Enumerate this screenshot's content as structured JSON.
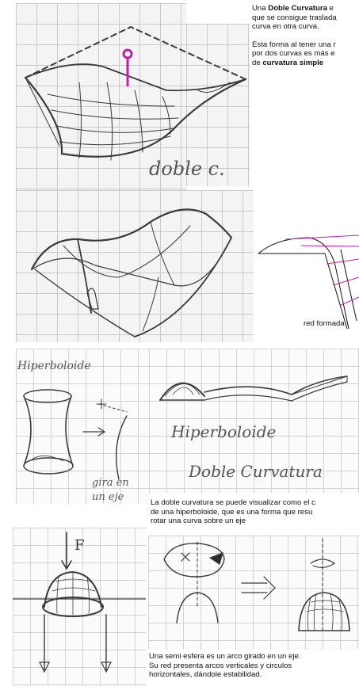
{
  "section1": {
    "sketch_label": "doble c.",
    "text": {
      "p1_prefix": "Una ",
      "p1_bold": "Doble Curvatura",
      "p1_line1_rest": " e",
      "p1_line2": "que se consigue traslada",
      "p1_line3": "curva en otra curva.",
      "p2_line1": "Esta forma al tener una r",
      "p2_line2": "por dos curvas es más e",
      "p2_prefix": "de ",
      "p2_bold": "curvatura simple"
    }
  },
  "section2": {
    "diagram_caption": "red formada"
  },
  "section3": {
    "left_label": "Hiperboloide",
    "arrow_caption_line1": "gira en",
    "arrow_caption_line2": "un eje",
    "right_label_line1": "Hiperboloide",
    "right_label_line2": "Doble Curvatura",
    "text_line1": "La doble curvatura se puede visualizar como el c",
    "text_line2": "de una hiperboloide, que es una forma que resu",
    "text_line3": "rotar una curva sobre un eje"
  },
  "section4": {
    "force_label": "F",
    "text_line1": "Una semi esfera es un arco girado en un eje.",
    "text_line2": "Su red presenta arcos verticales y circulos",
    "text_line3": "horizontales, dándole estabilidad."
  },
  "colors": {
    "pencil": "#3a3a3a",
    "magenta": "#c020b0",
    "grid": "#c9c9c9"
  }
}
